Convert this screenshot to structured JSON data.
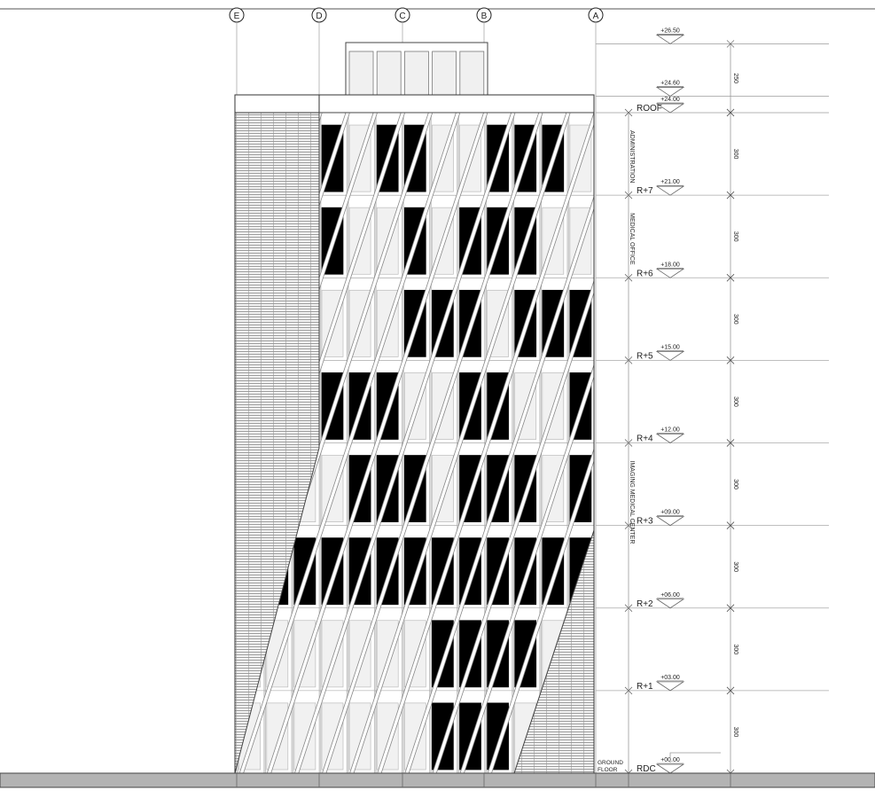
{
  "grid_axes": [
    "E",
    "D",
    "C",
    "B",
    "A"
  ],
  "levels": [
    {
      "name": "RDC",
      "elevation_label": "+00.00",
      "elevation": 0
    },
    {
      "name": "R+1",
      "elevation_label": "+03.00",
      "elevation": 3
    },
    {
      "name": "R+2",
      "elevation_label": "+06.00",
      "elevation": 6
    },
    {
      "name": "R+3",
      "elevation_label": "+09.00",
      "elevation": 9
    },
    {
      "name": "R+4",
      "elevation_label": "+12.00",
      "elevation": 12
    },
    {
      "name": "R+5",
      "elevation_label": "+15.00",
      "elevation": 15
    },
    {
      "name": "R+6",
      "elevation_label": "+18.00",
      "elevation": 18
    },
    {
      "name": "R+7",
      "elevation_label": "+21.00",
      "elevation": 21
    },
    {
      "name": "ROOF",
      "elevation_label": "+24.00",
      "elevation": 24
    }
  ],
  "extra_elevations": [
    {
      "elevation_label": "+24.60",
      "elevation": 24.6
    },
    {
      "elevation_label": "+26.50",
      "elevation": 26.5
    }
  ],
  "dimensions": [
    {
      "label": "300",
      "from": 0,
      "to": 3
    },
    {
      "label": "300",
      "from": 3,
      "to": 6
    },
    {
      "label": "300",
      "from": 6,
      "to": 9
    },
    {
      "label": "300",
      "from": 9,
      "to": 12
    },
    {
      "label": "300",
      "from": 12,
      "to": 15
    },
    {
      "label": "300",
      "from": 15,
      "to": 18
    },
    {
      "label": "300",
      "from": 18,
      "to": 21
    },
    {
      "label": "300",
      "from": 21,
      "to": 24
    },
    {
      "label": "250",
      "from": 24,
      "to": 26.5
    }
  ],
  "zones": [
    {
      "label": "ADMINISTRATION",
      "from": 21,
      "to": 24
    },
    {
      "label": "MEDICAL OFFICE",
      "from": 12,
      "to": 21
    },
    {
      "label": "IMAGING MEDICAL CENTER",
      "from": 0,
      "to": 12
    }
  ],
  "ground_floor_label": [
    "GROUND",
    "FLOOR"
  ],
  "facade": {
    "dark_panels_by_floor": [
      [
        5,
        6,
        7
      ],
      [
        5,
        6,
        7,
        8
      ],
      [
        -2,
        -1,
        0,
        1,
        2,
        3,
        4,
        5,
        6,
        7,
        8,
        9,
        10
      ],
      [
        2,
        3,
        4,
        6,
        7,
        8,
        10
      ],
      [
        1,
        2,
        3,
        6,
        7,
        10
      ],
      [
        4,
        5,
        6,
        8,
        9,
        10
      ],
      [
        1,
        4,
        6,
        7,
        8
      ],
      [
        1,
        3,
        4,
        7,
        8,
        9
      ]
    ]
  }
}
